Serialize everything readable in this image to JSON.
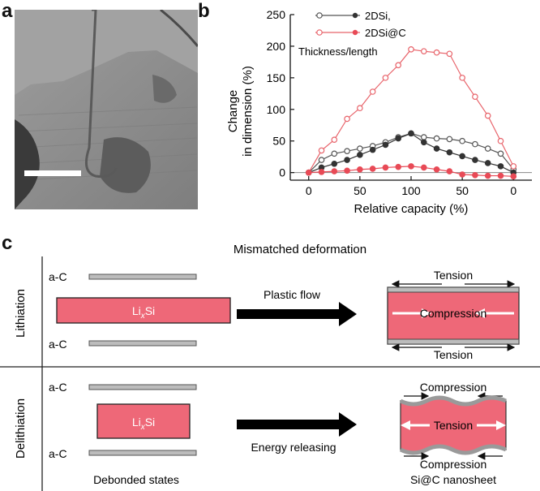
{
  "panel_labels": {
    "a": "a",
    "b": "b",
    "c": "c"
  },
  "chart_data": {
    "type": "line",
    "ylabel_line1": "Change",
    "ylabel_line2": "in dimension (%)",
    "xlabel": "Relative capacity (%)",
    "annotation": "Thickness/length",
    "ylim": [
      0,
      250
    ],
    "yticks": [
      0,
      50,
      100,
      150,
      200,
      250
    ],
    "xtick_labels": [
      "0",
      "50",
      "100",
      "50",
      "0"
    ],
    "x_positions": [
      0,
      50,
      100,
      150,
      200
    ],
    "grid": false,
    "legend_position": "top-right",
    "legend": [
      "2DSi,",
      "2DSi@C"
    ],
    "series": [
      {
        "name": "2DSi,",
        "marker": "open-circle",
        "color": "#555555",
        "x": [
          0,
          12.5,
          25,
          37.5,
          50,
          62.5,
          75,
          87.5,
          100,
          112.5,
          125,
          137.5,
          150,
          162.5,
          175,
          187.5,
          200
        ],
        "y": [
          0,
          20,
          30,
          34,
          38,
          42,
          48,
          56,
          62,
          56,
          54,
          53,
          50,
          45,
          38,
          30,
          5
        ]
      },
      {
        "name": "2DSi,",
        "marker": "filled-circle",
        "color": "#333333",
        "x": [
          0,
          12.5,
          25,
          37.5,
          50,
          62.5,
          75,
          87.5,
          100,
          112.5,
          125,
          137.5,
          150,
          162.5,
          175,
          187.5,
          200
        ],
        "y": [
          0,
          8,
          14,
          20,
          28,
          36,
          44,
          54,
          62,
          48,
          38,
          32,
          26,
          20,
          15,
          10,
          0
        ]
      },
      {
        "name": "2DSi@C",
        "marker": "open-circle",
        "color": "#e8646b",
        "x": [
          0,
          12.5,
          25,
          37.5,
          50,
          62.5,
          75,
          87.5,
          100,
          112.5,
          125,
          137.5,
          150,
          162.5,
          175,
          187.5,
          200
        ],
        "y": [
          0,
          35,
          52,
          85,
          102,
          128,
          150,
          170,
          195,
          192,
          190,
          188,
          150,
          120,
          90,
          50,
          10
        ]
      },
      {
        "name": "2DSi@C",
        "marker": "filled-circle",
        "color": "#e84a56",
        "x": [
          0,
          12.5,
          25,
          37.5,
          50,
          62.5,
          75,
          87.5,
          100,
          112.5,
          125,
          137.5,
          150,
          162.5,
          175,
          187.5,
          200
        ],
        "y": [
          0,
          1,
          2,
          3,
          5,
          6,
          8,
          9,
          10,
          8,
          5,
          2,
          -3,
          -4,
          -5,
          -5,
          -6
        ]
      }
    ]
  },
  "diagram": {
    "title": "Mismatched deformation",
    "rows": [
      {
        "label": "Lithiation",
        "top_label": "a-C",
        "bottom_label": "a-C",
        "phase": "Li",
        "phase_sub": "x",
        "phase_suffix": "Si",
        "arrow_label": "Plastic flow",
        "top_stress": "Tension",
        "center_stress": "Compression",
        "bottom_stress": "Tension"
      },
      {
        "label": "Delithiation",
        "top_label": "a-C",
        "bottom_label": "a-C",
        "phase": "Li",
        "phase_sub": "x",
        "phase_suffix": "Si",
        "arrow_label": "Energy releasing",
        "top_stress": "Compression",
        "center_stress": "Tension",
        "bottom_stress": "Compression"
      }
    ],
    "footer_left": "Debonded states",
    "footer_right": "Si@C nanosheet"
  },
  "colors": {
    "lixsi": "#ee6878",
    "plate_fill": "#bcbcbc",
    "plate_stroke": "#555555",
    "tem_bg": "#8c8c8c"
  }
}
